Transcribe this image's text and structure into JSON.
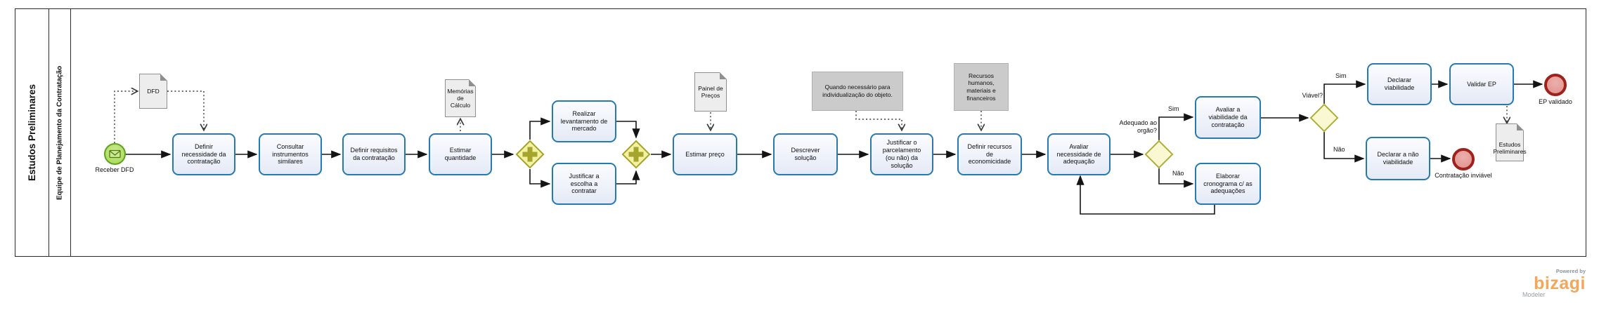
{
  "pool": {
    "title": "Estudos Preliminares",
    "lane": "Equipe de Planejamento da Contratação"
  },
  "events": {
    "start": {
      "label": "Receber DFD",
      "icon": "envelope-icon"
    },
    "end_ep_validado": {
      "label": "EP validado"
    },
    "end_contratacao_inviavel": {
      "label": "Contratação inviável"
    }
  },
  "tasks": [
    {
      "label": "Definir necessidade da contratação"
    },
    {
      "label": "Consultar instrumentos similares"
    },
    {
      "label": "Definir requisitos da contratação"
    },
    {
      "label": "Estimar quantidade"
    },
    {
      "label": "Realizar levantamento de mercado"
    },
    {
      "label": "Justificar a escolha a contratar"
    },
    {
      "label": "Estimar preço"
    },
    {
      "label": "Descrever solução"
    },
    {
      "label": "Justificar o parcelamento (ou não) da solução"
    },
    {
      "label": "Definir recursos de economicidade"
    },
    {
      "label": "Avaliar necessidade de adequação"
    },
    {
      "label": "Avaliar a viabilidade da contratação"
    },
    {
      "label": "Elaborar cronograma c/ as adequações"
    },
    {
      "label": "Declarar viabilidade"
    },
    {
      "label": "Validar EP"
    },
    {
      "label": "Declarar a não viabilidade"
    }
  ],
  "gateways": {
    "g1": {
      "type": "parallel"
    },
    "g2": {
      "type": "parallel"
    },
    "g3": {
      "type": "exclusive",
      "question": "Adequado ao orgão?",
      "yes": "Sim",
      "no": "Não"
    },
    "g4": {
      "type": "exclusive",
      "question": "Viável?",
      "yes": "Sim",
      "no": "Não"
    }
  },
  "data_objects": [
    {
      "label": "DFD"
    },
    {
      "label": "Memórias de Cálculo"
    },
    {
      "label": "Painel de Preços"
    },
    {
      "label": "Estudos Preliminares"
    }
  ],
  "annotations": [
    {
      "text": "Quando necessário para individualização do objeto."
    },
    {
      "text": "Recursos humanos, materiais e financeiros"
    }
  ],
  "branding": {
    "powered_by": "Powered by",
    "name": "bizagi",
    "product": "Modeler"
  },
  "colors": {
    "task-border": "#2779B0",
    "task-fill-top": "#FBFCFF",
    "task-fill-bottom": "#E4EAF6",
    "parallel-fill": "#F3F1A2",
    "parallel-border": "#A5A52E",
    "exclusive-fill": "#FAF8D3",
    "exclusive-border": "#AFAF3C",
    "start-fill": "#A5D84E",
    "start-border": "#61A321",
    "end-fill": "#E2908C",
    "end-border": "#9F211B",
    "doc-fill": "#EDEDED",
    "doc-border": "#8F8F8F",
    "note-fill": "#CBCBCB",
    "note-border": "#B0B0B0",
    "flow": "#141414",
    "brand-orange": "#F2A75C",
    "brand-gray": "#9AA0A8"
  }
}
